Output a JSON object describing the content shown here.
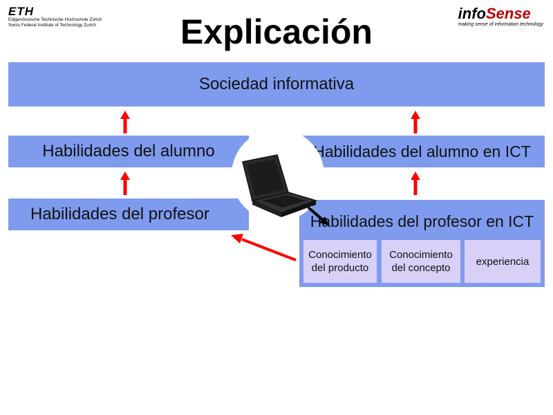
{
  "logos": {
    "eth": {
      "mark": "ETH",
      "line1": "Eidgenössische Technische Hochschule Zürich",
      "line2": "Swiss Federal Institute of Technology Zurich"
    },
    "infosense": {
      "mark_a": "info",
      "mark_b": "Sense",
      "tagline": "making sense of information technology"
    }
  },
  "title": "Explicación",
  "diagram": {
    "top": "Sociedad informativa",
    "left_upper": "Habilidades del alumno",
    "left_lower": "Habilidades del profesor",
    "right_upper": "Habilidades del alumno en ICT",
    "right_lower": "Habilidades del profesor en ICT",
    "components": [
      {
        "line1": "Conocimiento",
        "line2": "del producto"
      },
      {
        "line1": "Conocimiento",
        "line2": "del concepto"
      },
      {
        "line1": "experiencia",
        "line2": ""
      }
    ]
  },
  "colors": {
    "box_blue": "#7f9bee",
    "sub_lavender": "#d8d0f6",
    "arrow_red": "#ff0000"
  },
  "icons": [
    "laptop-icon",
    "arrow-up-icon",
    "arrow-diagonal-icon"
  ]
}
